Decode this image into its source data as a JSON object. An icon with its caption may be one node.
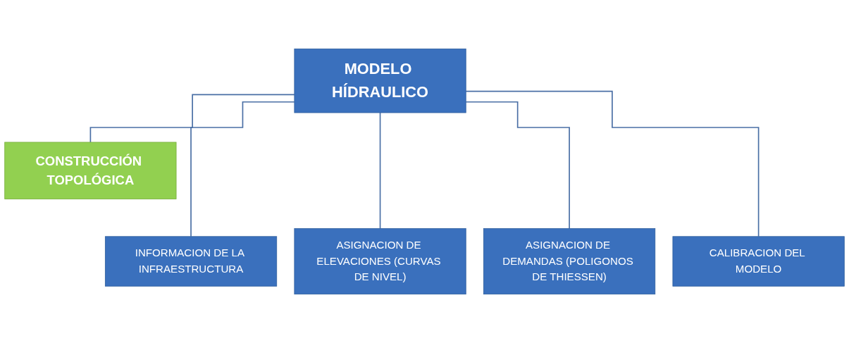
{
  "diagram": {
    "nodes": [
      {
        "text": [
          "MODELO HÍDRAULICO"
        ]
      },
      {
        "text": [
          "CONSTRUCCIÓN TOPOLÓGICA"
        ]
      },
      {
        "text": [
          "INFORMACION DE LA INFRAESTRUCTURA"
        ]
      },
      {
        "text": [
          "ASIGNACION DE ELEVACIONES (CURVAS DE NIVEL)"
        ]
      },
      {
        "text": [
          "ASIGNACION DE DEMANDAS (POLIGONOS DE THIESSEN)"
        ]
      },
      {
        "text": [
          "CALIBRACION DEL MODELO"
        ]
      }
    ],
    "edges": [
      {
        "from": 0,
        "to": 1,
        "arrow": "none"
      },
      {
        "from": 0,
        "to": 2,
        "arrow": "none"
      },
      {
        "from": 0,
        "to": 3,
        "arrow": "none"
      },
      {
        "from": 0,
        "to": 4,
        "arrow": "none"
      },
      {
        "from": 0,
        "to": 5,
        "arrow": "none"
      }
    ]
  }
}
